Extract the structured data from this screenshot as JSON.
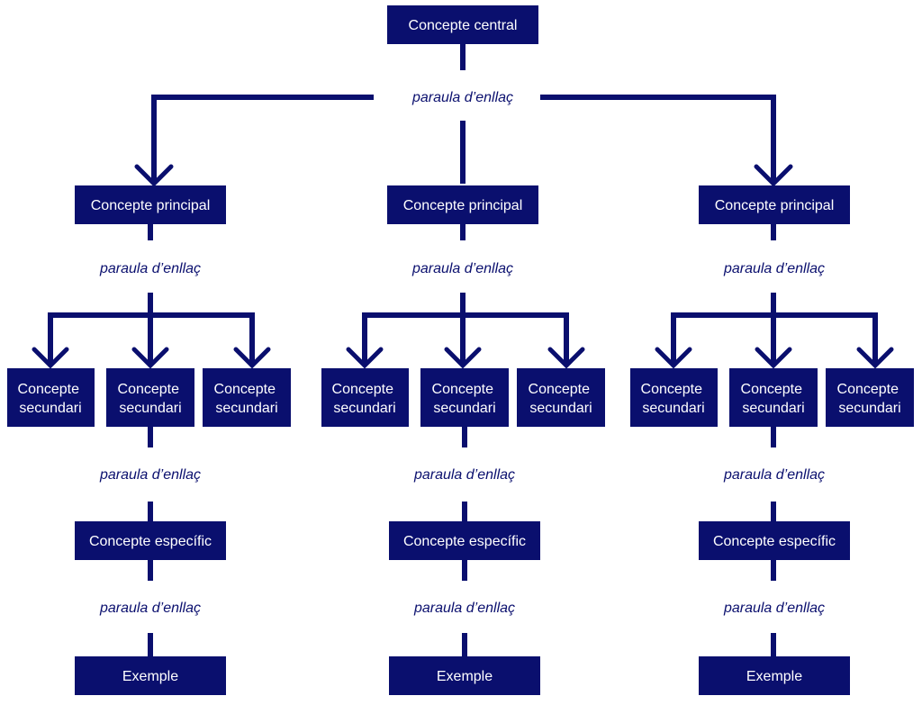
{
  "colors": {
    "primary": "#0a0f6e",
    "text_on_box": "#ffffff"
  },
  "central": {
    "label": "Concepte central"
  },
  "top_link": {
    "label": "paraula d’enllaç"
  },
  "branches": [
    {
      "principal": "Concepte principal",
      "link1": "paraula d’enllaç",
      "secondaries": [
        [
          "Concepte",
          "secundari"
        ],
        [
          "Concepte",
          "secundari"
        ],
        [
          "Concepte",
          "secundari"
        ]
      ],
      "link2": "paraula d’enllaç",
      "specific": "Concepte específic",
      "link3": "paraula d’enllaç",
      "example": "Exemple"
    },
    {
      "principal": "Concepte principal",
      "link1": "paraula d’enllaç",
      "secondaries": [
        [
          "Concepte",
          "secundari"
        ],
        [
          "Concepte",
          "secundari"
        ],
        [
          "Concepte",
          "secundari"
        ]
      ],
      "link2": "paraula d’enllaç",
      "specific": "Concepte específic",
      "link3": "paraula d’enllaç",
      "example": "Exemple"
    },
    {
      "principal": "Concepte principal",
      "link1": "paraula d’enllaç",
      "secondaries": [
        [
          "Concepte",
          "secundari"
        ],
        [
          "Concepte",
          "secundari"
        ],
        [
          "Concepte",
          "secundari"
        ]
      ],
      "link2": "paraula d’enllaç",
      "specific": "Concepte específic",
      "link3": "paraula d’enllaç",
      "example": "Exemple"
    }
  ]
}
